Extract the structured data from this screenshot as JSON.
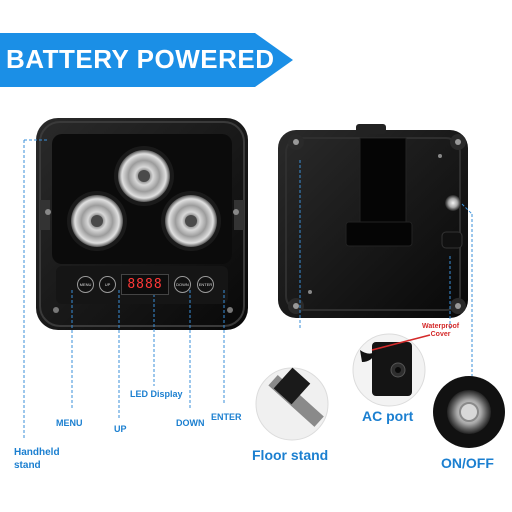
{
  "banner": {
    "title": "BATTERY POWERED",
    "color": "#1b8fe6"
  },
  "front_panel": {
    "buttons": [
      "MENU",
      "UP",
      "DOWN",
      "ENTER"
    ],
    "display": "8888"
  },
  "callouts": {
    "handheld_stand": "Handheld\nstand",
    "menu": "MENU",
    "up": "UP",
    "led_display": "LED Display",
    "down": "DOWN",
    "enter": "ENTER",
    "floor_stand": "Floor stand",
    "ac_port": "AC port",
    "on_off": "ON/OFF",
    "waterproof_cover": "Waterproof\nCover"
  },
  "colors": {
    "label": "#1b7fd0",
    "callout_line": "#3a8fd8",
    "warning": "#d42a2a"
  }
}
